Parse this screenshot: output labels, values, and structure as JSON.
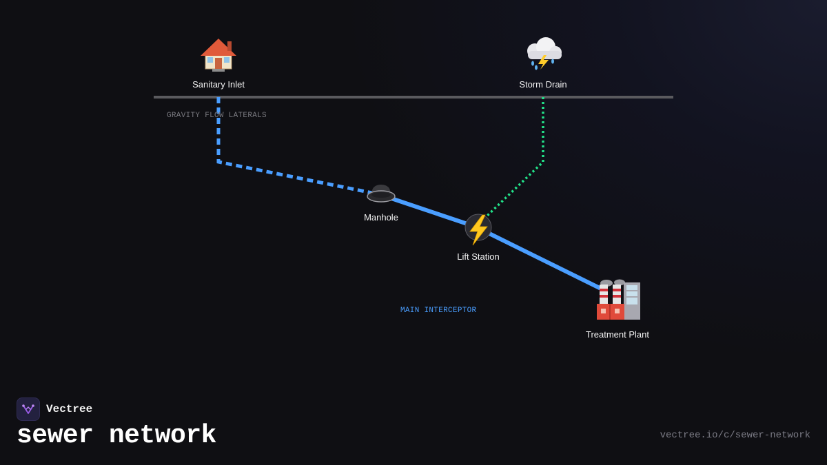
{
  "diagram": {
    "nodes": {
      "sanitary_inlet": {
        "label": "Sanitary Inlet",
        "icon": "house-icon"
      },
      "storm_drain": {
        "label": "Storm Drain",
        "icon": "storm-cloud-icon"
      },
      "manhole": {
        "label": "Manhole",
        "icon": "manhole-cover-icon"
      },
      "lift_station": {
        "label": "Lift Station",
        "icon": "lightning-icon"
      },
      "treatment_plant": {
        "label": "Treatment Plant",
        "icon": "factory-icon"
      }
    },
    "edges": [
      {
        "from": "Sanitary Inlet",
        "to": "Manhole",
        "style": "dashed",
        "color": "#4a9eff"
      },
      {
        "from": "Storm Drain",
        "to": "Lift Station",
        "style": "dotted",
        "color": "#22e38a"
      },
      {
        "from": "Manhole",
        "to": "Lift Station",
        "style": "solid",
        "color": "#4a9eff"
      },
      {
        "from": "Lift Station",
        "to": "Treatment Plant",
        "style": "solid",
        "color": "#4a9eff"
      }
    ],
    "labels": {
      "gravity": "GRAVITY FLOW LATERALS",
      "interceptor": "MAIN INTERCEPTOR"
    },
    "colors": {
      "main_line": "#4a9eff",
      "storm_line": "#22e38a",
      "rail": "#5a5a5e",
      "gravity_label": "#7a7a80",
      "interceptor_label": "#4a9eff"
    }
  },
  "footer": {
    "brand": "Vectree",
    "title": "sewer network",
    "url": "vectree.io/c/sewer-network"
  }
}
